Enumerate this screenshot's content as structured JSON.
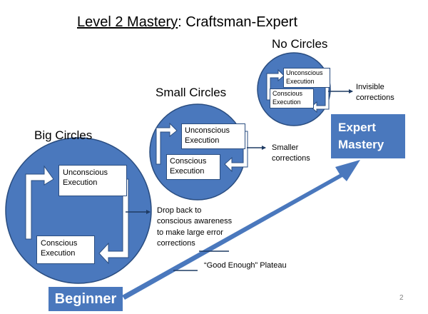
{
  "title": {
    "underlined": "Level 2 Mastery",
    "rest": ": Craftsman-Expert"
  },
  "stages": {
    "big": {
      "title": "Big Circles",
      "unconscious": [
        "Unconscious",
        "Execution"
      ],
      "conscious": [
        "Conscious",
        "Execution"
      ],
      "note": [
        "Drop back to",
        "conscious awareness",
        "to make large error",
        "corrections"
      ]
    },
    "small": {
      "title": "Small Circles",
      "unconscious": [
        "Unconscious",
        "Execution"
      ],
      "conscious": [
        "Conscious",
        "Execution"
      ],
      "note": [
        "Smaller",
        "corrections"
      ]
    },
    "none": {
      "title": "No Circles",
      "unconscious": [
        "Unconscious",
        "Execution"
      ],
      "conscious": [
        "Conscious",
        "Execution"
      ],
      "note": [
        "Invisible",
        "corrections"
      ]
    }
  },
  "plateau_label": "“Good Enough” Plateau",
  "beginner_label": "Beginner",
  "expert_label": [
    "Expert",
    "Mastery"
  ],
  "page_number": "2",
  "colors": {
    "circle_fill": "#4a78bd",
    "circle_stroke": "#2a4d80",
    "arrow_fill": "#4a78bd",
    "banner_fill": "#4a78bd",
    "connector": "#1f3b63",
    "loop_arrow_fill": "#ffffff"
  }
}
